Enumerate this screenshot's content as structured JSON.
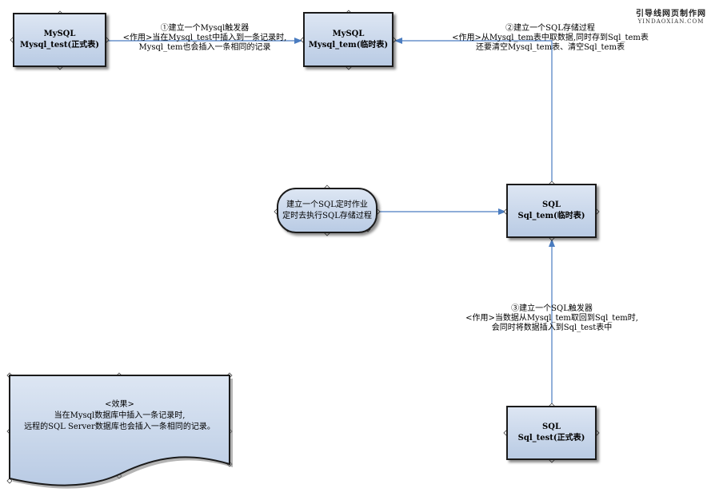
{
  "watermark": {
    "line1": "引导线网页制作网",
    "line2": "YINDAOXIAN.COM"
  },
  "nodes": {
    "mysql_test": {
      "line1": "MySQL",
      "line2": "Mysql_test(正式表)"
    },
    "mysql_tem": {
      "line1": "MySQL",
      "line2": "Mysql_tem(临时表)"
    },
    "sql_tem": {
      "line1": "SQL",
      "line2": "Sql_tem(临时表)"
    },
    "sql_test": {
      "line1": "SQL",
      "line2": "Sql_test(正式表)"
    },
    "job": {
      "line1": "建立一个SQL定时作业",
      "line2": "定时去执行SQL存储过程"
    }
  },
  "annotations": {
    "step1": {
      "line1": "①建立一个Mysql触发器",
      "line2": "<作用>当在Mysql_test中插入到一条记录时,",
      "line3": "Mysql_tem也会插入一条相同的记录"
    },
    "step2": {
      "line1": "②建立一个SQL存储过程",
      "line2": "<作用>从Mysql_tem表中取数据,同时存到Sql_tem表",
      "line3": "还要清空Mysql_tem表、清空Sql_tem表"
    },
    "step3": {
      "line1": "③建立一个SQL触发器",
      "line2": "<作用>当数据从Mysql_tem取回到Sql_tem时,",
      "line3": "会同时将数据插入到Sql_test表中"
    }
  },
  "effect_doc": {
    "line1": "<效果>",
    "line2": "当在Mysql数据库中插入一条记录时,",
    "line3": "远程的SQL Server数据库也会插入一条相同的记录。"
  },
  "colors": {
    "arrow": "#4a7cc0",
    "node_top": "#dde6f3",
    "node_bottom": "#b9cbe4",
    "border": "#1b1b1b"
  }
}
